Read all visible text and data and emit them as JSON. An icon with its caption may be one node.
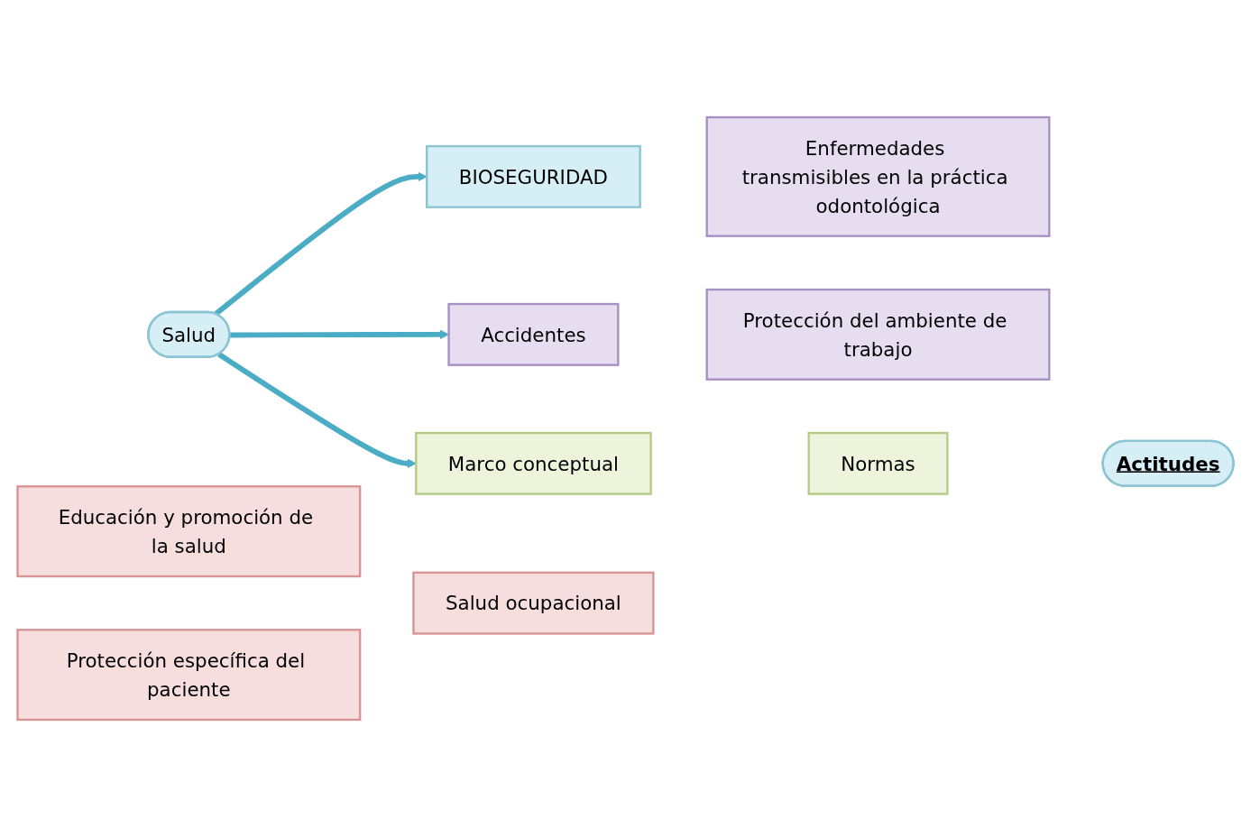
{
  "diagram": {
    "nodes": [
      {
        "text": [
          "Salud"
        ]
      },
      {
        "text": [
          "BIOSEGURIDAD"
        ]
      },
      {
        "text": [
          "Enfermedades transmisibles en la práctica odontológica"
        ]
      },
      {
        "text": [
          "Accidentes"
        ]
      },
      {
        "text": [
          "Protección del ambiente de trabajo"
        ]
      },
      {
        "text": [
          "Marco conceptual"
        ]
      },
      {
        "text": [
          "Normas"
        ]
      },
      {
        "text": [
          "Actitudes"
        ]
      },
      {
        "text": [
          "Educación y promoción de la salud"
        ]
      },
      {
        "text": [
          "Protección específica del paciente"
        ]
      },
      {
        "text": [
          "Salud ocupacional"
        ]
      }
    ],
    "edges": [
      {
        "from": 0,
        "to": 1,
        "arrow": "to"
      },
      {
        "from": 0,
        "to": 3,
        "arrow": "to"
      },
      {
        "from": 0,
        "to": 5,
        "arrow": "to"
      }
    ]
  }
}
